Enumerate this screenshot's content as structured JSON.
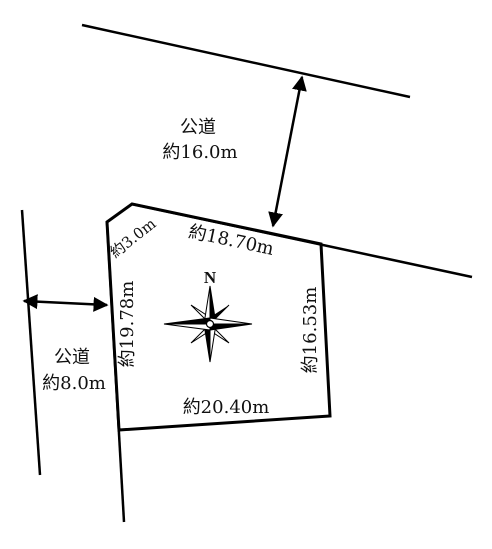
{
  "roads": {
    "north_road": {
      "name": "公道",
      "width": "約16.0m"
    },
    "west_road": {
      "name": "公道",
      "width": "約8.0m"
    }
  },
  "lot_sides": {
    "north": "約18.70m",
    "corner_cut": "約3.0m",
    "west": "約19.78m",
    "east": "約16.53m",
    "south": "約20.40m"
  },
  "compass": {
    "label": "N"
  },
  "colors": {
    "line": "#000000",
    "background": "#ffffff"
  }
}
